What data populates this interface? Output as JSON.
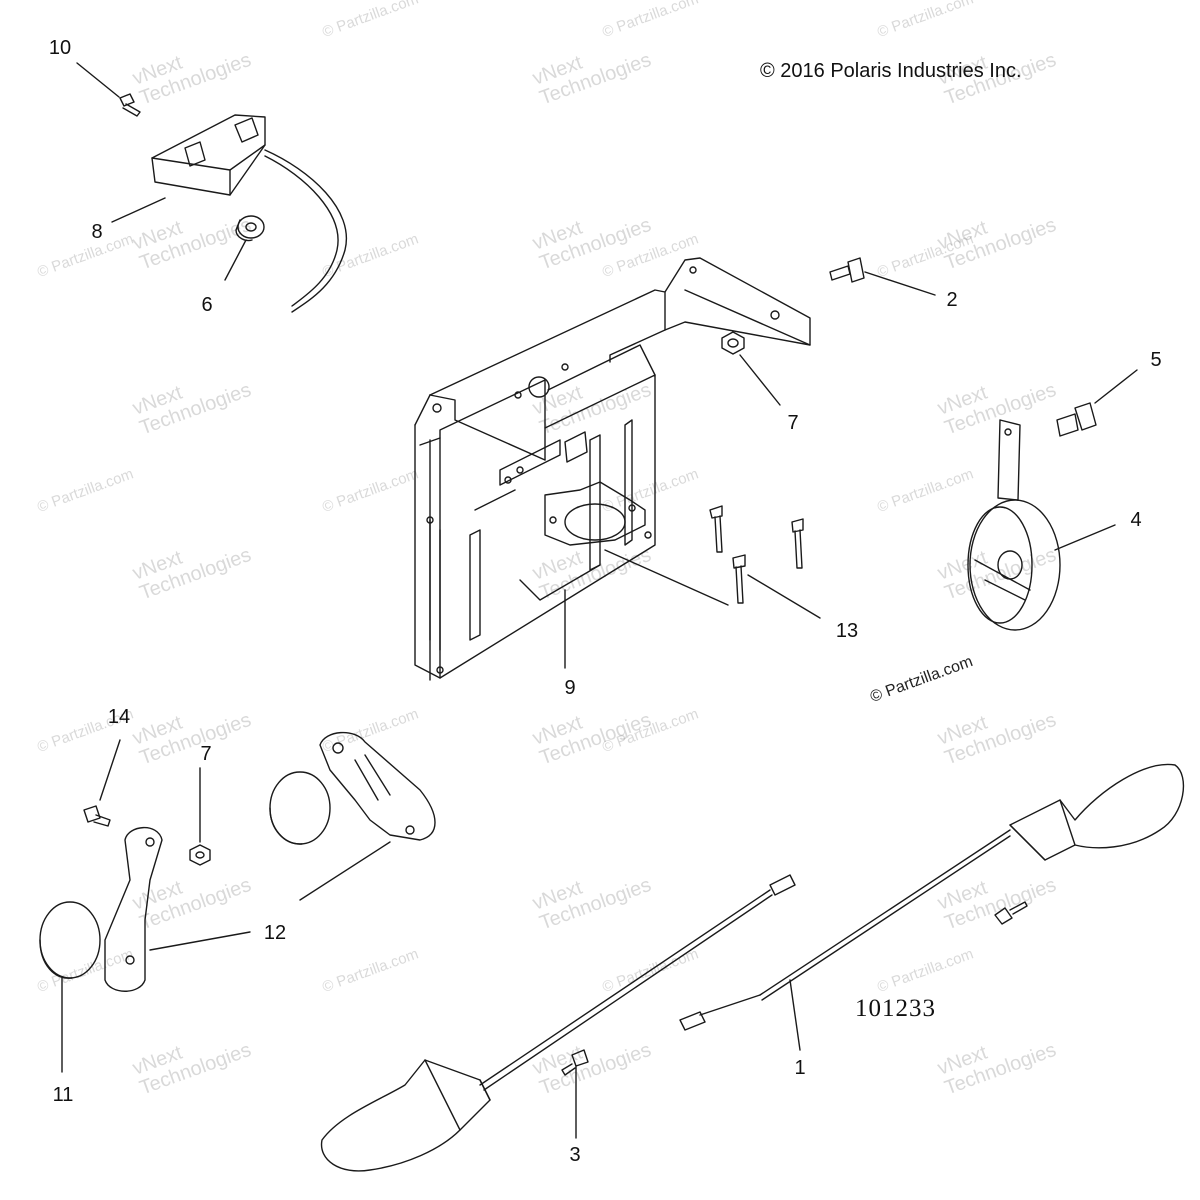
{
  "copyright": "© 2016 Polaris Industries Inc.",
  "drawing_number": "101233",
  "partzilla_label": "© Partzilla.com",
  "watermark": {
    "line1": "vNext",
    "line2": "Technologies",
    "site": "© Partzilla.com"
  },
  "callouts": {
    "c1": "1",
    "c2": "2",
    "c3": "3",
    "c4": "4",
    "c5": "5",
    "c6": "6",
    "c7a": "7",
    "c7b": "7",
    "c8": "8",
    "c9": "9",
    "c10": "10",
    "c11": "11",
    "c12": "12",
    "c13": "13",
    "c14": "14"
  }
}
